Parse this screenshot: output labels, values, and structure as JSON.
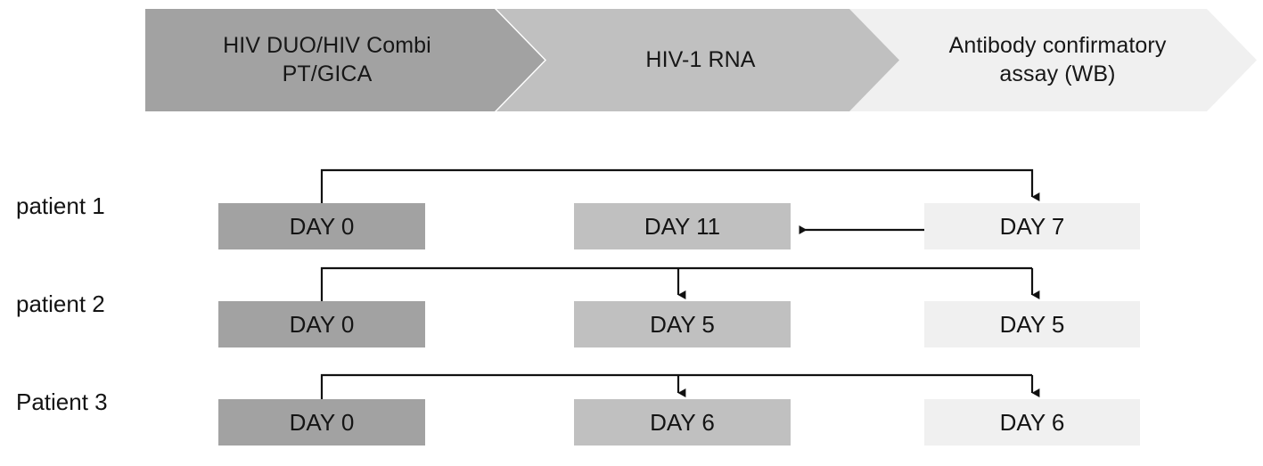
{
  "process_band": {
    "steps": [
      {
        "label": "HIV DUO/HIV Combi\nPT/GICA",
        "color": "#a2a2a2"
      },
      {
        "label": "HIV-1 RNA",
        "color": "#c0c0c0"
      },
      {
        "label": "Antibody confirmatory\nassay (WB)",
        "color": "#f0f0f0"
      }
    ]
  },
  "rows": [
    {
      "label": "patient 1",
      "boxes": [
        {
          "label": "DAY 0",
          "color": "#a2a2a2"
        },
        {
          "label": "DAY 11",
          "color": "#c0c0c0"
        },
        {
          "label": "DAY 7",
          "color": "#f0f0f0"
        }
      ]
    },
    {
      "label": "patient 2",
      "boxes": [
        {
          "label": "DAY 0",
          "color": "#a2a2a2"
        },
        {
          "label": "DAY 5",
          "color": "#c0c0c0"
        },
        {
          "label": "DAY 5",
          "color": "#f0f0f0"
        }
      ]
    },
    {
      "label": "Patient 3",
      "boxes": [
        {
          "label": "DAY 0",
          "color": "#a2a2a2"
        },
        {
          "label": "DAY 6",
          "color": "#c0c0c0"
        },
        {
          "label": "DAY 6",
          "color": "#f0f0f0"
        }
      ]
    }
  ],
  "connector_color": "#111111"
}
